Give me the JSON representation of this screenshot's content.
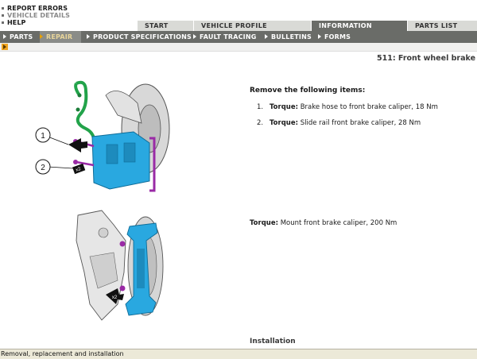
{
  "top_links": [
    "REPORT ERRORS",
    "VEHICLE DETAILS",
    "HELP"
  ],
  "main_tabs": [
    "START",
    "VEHICLE PROFILE",
    "INFORMATION",
    "PARTS LIST"
  ],
  "sub_nav": [
    "PARTS",
    "REPAIR",
    "PRODUCT SPECIFICATIONS",
    "FAULT TRACING",
    "BULLETINS",
    "FORMS"
  ],
  "active_main_tab": "INFORMATION",
  "active_sub_nav": "REPAIR",
  "content": {
    "title": "511: Front wheel brake",
    "remove_heading": "Remove the following items:",
    "steps": [
      {
        "number": "1.",
        "label": "Torque:",
        "text": "Brake hose to front brake caliper, 18 Nm"
      },
      {
        "number": "2.",
        "label": "Torque:",
        "text": "Slide rail front brake caliper, 28 Nm"
      }
    ],
    "torque3": {
      "label": "Torque:",
      "text": "Mount front brake caliper, 200 Nm"
    },
    "installation_heading": "Installation"
  },
  "figures": {
    "callouts": [
      "1",
      "2"
    ],
    "multiplier_labels": [
      "x2",
      "x2"
    ]
  },
  "status_bar": "Removal, replacement and installation",
  "colors": {
    "nav_dark": "#6a6c68",
    "nav_light": "#d9dad6",
    "caliper_blue": "#29a8e0",
    "hose_green": "#22a34a",
    "bolt_purple": "#9a2aa6",
    "active_arrow": "#e8a000"
  }
}
